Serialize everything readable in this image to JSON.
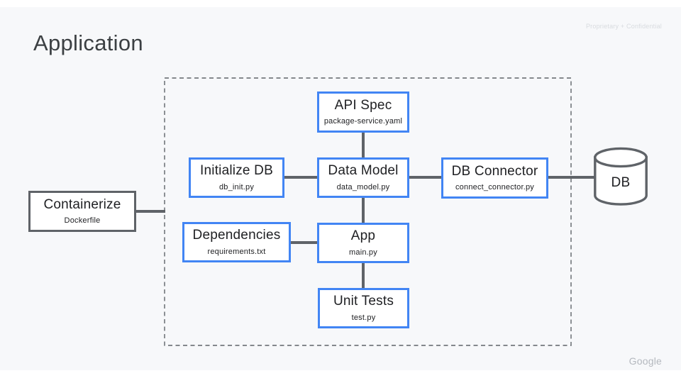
{
  "slide": {
    "title": "Application",
    "watermark": "Proprietary + Confidential",
    "brand": "Google"
  },
  "colors": {
    "background": "#f7f8fa",
    "accent_blue": "#4285f4",
    "line_gray": "#5f6368",
    "ink": "#202124",
    "title_text": "#3c4043",
    "watermark_text": "#d8dbdf",
    "brand_text": "#b4b8be"
  },
  "nodes": [
    {
      "id": "api-spec",
      "title": "API Spec",
      "subtitle": "package-service.yaml",
      "variant": "blue"
    },
    {
      "id": "initialize-db",
      "title": "Initialize DB",
      "subtitle": "db_init.py",
      "variant": "blue"
    },
    {
      "id": "data-model",
      "title": "Data Model",
      "subtitle": "data_model.py",
      "variant": "blue"
    },
    {
      "id": "db-connector",
      "title": "DB Connector",
      "subtitle": "connect_connector.py",
      "variant": "blue"
    },
    {
      "id": "containerize",
      "title": "Containerize",
      "subtitle": "Dockerfile",
      "variant": "gray"
    },
    {
      "id": "dependencies",
      "title": "Dependencies",
      "subtitle": "requirements.txt",
      "variant": "blue"
    },
    {
      "id": "app",
      "title": "App",
      "subtitle": "main.py",
      "variant": "blue"
    },
    {
      "id": "unit-tests",
      "title": "Unit Tests",
      "subtitle": "test.py",
      "variant": "blue"
    },
    {
      "id": "db",
      "title": "DB",
      "shape": "cylinder"
    }
  ],
  "edges": [
    {
      "from": "api-spec",
      "to": "data-model"
    },
    {
      "from": "initialize-db",
      "to": "data-model"
    },
    {
      "from": "data-model",
      "to": "db-connector"
    },
    {
      "from": "db-connector",
      "to": "db"
    },
    {
      "from": "data-model",
      "to": "app"
    },
    {
      "from": "dependencies",
      "to": "app"
    },
    {
      "from": "app",
      "to": "unit-tests"
    },
    {
      "from": "containerize",
      "to": "boundary"
    }
  ]
}
